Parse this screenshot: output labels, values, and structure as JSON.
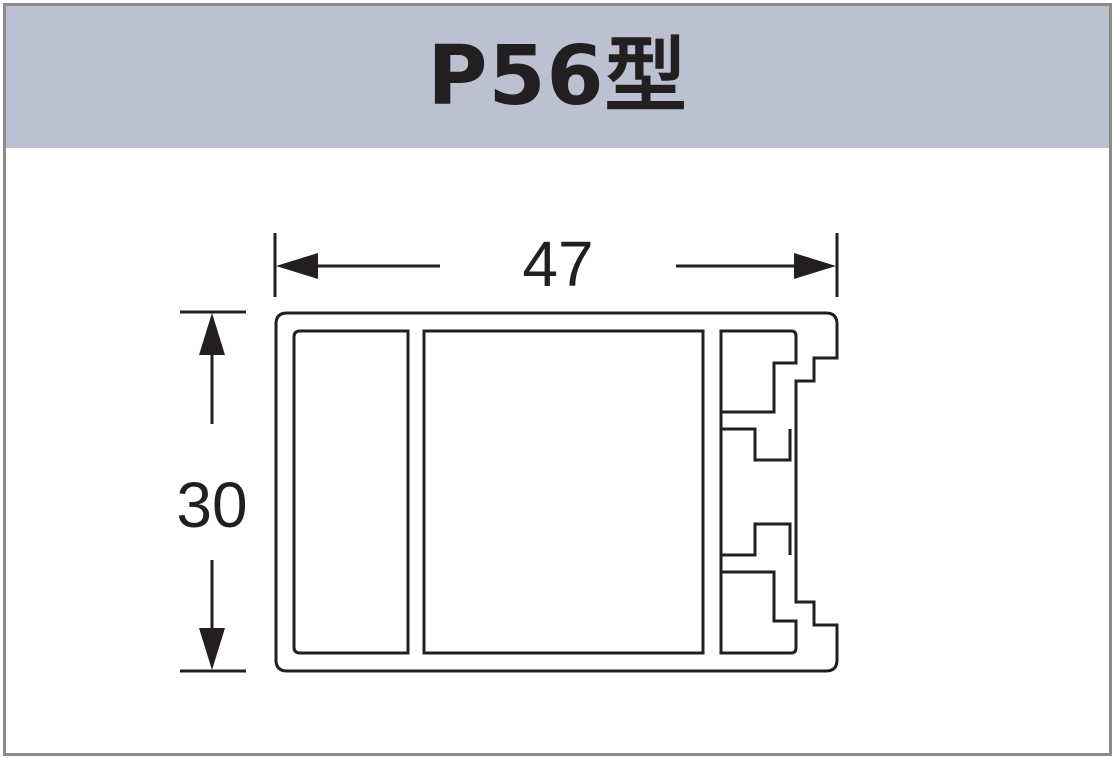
{
  "header": {
    "title": "P56型"
  },
  "dimensions": {
    "width_label": "47",
    "height_label": "30"
  },
  "colors": {
    "header_bg": "#bcc1d2",
    "frame_border": "#8a8a8a",
    "line": "#231f20"
  }
}
